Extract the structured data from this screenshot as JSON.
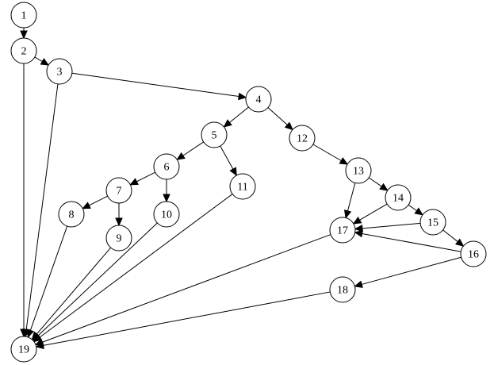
{
  "diagram": {
    "type": "directed-graph",
    "nodes": [
      {
        "id": "1",
        "label": "1"
      },
      {
        "id": "2",
        "label": "2"
      },
      {
        "id": "3",
        "label": "3"
      },
      {
        "id": "4",
        "label": "4"
      },
      {
        "id": "5",
        "label": "5"
      },
      {
        "id": "6",
        "label": "6"
      },
      {
        "id": "7",
        "label": "7"
      },
      {
        "id": "8",
        "label": "8"
      },
      {
        "id": "9",
        "label": "9"
      },
      {
        "id": "10",
        "label": "10"
      },
      {
        "id": "11",
        "label": "11"
      },
      {
        "id": "12",
        "label": "12"
      },
      {
        "id": "13",
        "label": "13"
      },
      {
        "id": "14",
        "label": "14"
      },
      {
        "id": "15",
        "label": "15"
      },
      {
        "id": "16",
        "label": "16"
      },
      {
        "id": "17",
        "label": "17"
      },
      {
        "id": "18",
        "label": "18"
      },
      {
        "id": "19",
        "label": "19"
      }
    ],
    "edges": [
      {
        "from": "1",
        "to": "2"
      },
      {
        "from": "2",
        "to": "3"
      },
      {
        "from": "2",
        "to": "19"
      },
      {
        "from": "3",
        "to": "4"
      },
      {
        "from": "3",
        "to": "19"
      },
      {
        "from": "4",
        "to": "5"
      },
      {
        "from": "4",
        "to": "12"
      },
      {
        "from": "5",
        "to": "6"
      },
      {
        "from": "5",
        "to": "11"
      },
      {
        "from": "6",
        "to": "7"
      },
      {
        "from": "6",
        "to": "10"
      },
      {
        "from": "7",
        "to": "8"
      },
      {
        "from": "7",
        "to": "9"
      },
      {
        "from": "8",
        "to": "19"
      },
      {
        "from": "9",
        "to": "19"
      },
      {
        "from": "10",
        "to": "19"
      },
      {
        "from": "11",
        "to": "19"
      },
      {
        "from": "12",
        "to": "13"
      },
      {
        "from": "13",
        "to": "14"
      },
      {
        "from": "13",
        "to": "17"
      },
      {
        "from": "14",
        "to": "15"
      },
      {
        "from": "14",
        "to": "17"
      },
      {
        "from": "15",
        "to": "16"
      },
      {
        "from": "15",
        "to": "17"
      },
      {
        "from": "16",
        "to": "17"
      },
      {
        "from": "16",
        "to": "18"
      },
      {
        "from": "17",
        "to": "19"
      },
      {
        "from": "18",
        "to": "19"
      }
    ]
  }
}
